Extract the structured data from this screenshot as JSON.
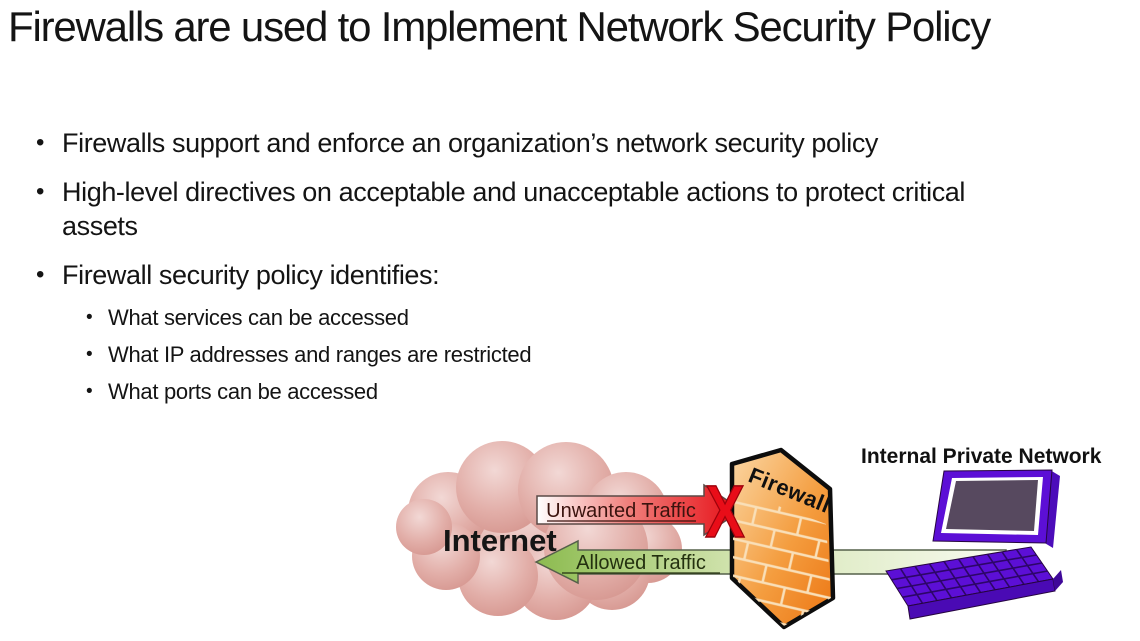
{
  "slide": {
    "title": "Firewalls are used to Implement Network Security Policy",
    "bullets": [
      {
        "level": 1,
        "text": "Firewalls support and enforce an organization’s network security policy"
      },
      {
        "level": 1,
        "text": "High-level directives on acceptable and unacceptable actions to protect critical assets"
      },
      {
        "level": 1,
        "text": "Firewall security policy identifies:"
      },
      {
        "level": 2,
        "text": "What services can be accessed"
      },
      {
        "level": 2,
        "text": "What IP addresses and ranges are restricted"
      },
      {
        "level": 2,
        "text": "What ports can be accessed"
      }
    ]
  },
  "diagram": {
    "internet_label": "Internet",
    "firewall_label": "Firewall",
    "network_label": "Internal Private Network",
    "blocked_mark": "X",
    "unwanted_arrow": {
      "label": "Unwanted Traffic",
      "direction": "right-into-firewall",
      "result": "blocked"
    },
    "allowed_arrow": {
      "label": "Allowed Traffic",
      "direction": "left-to-internet",
      "result": "passed"
    },
    "colors": {
      "cloud_pink": "#e0aba5",
      "arrow_red": "#e60b13",
      "arrow_green": "#8cbb4f",
      "firewall_orange": "#f08c2a",
      "block_x_red": "#e90d18",
      "laptop_purple": "#5c0fd6",
      "laptop_screen": "#57495f",
      "text_black": "#141414"
    }
  }
}
